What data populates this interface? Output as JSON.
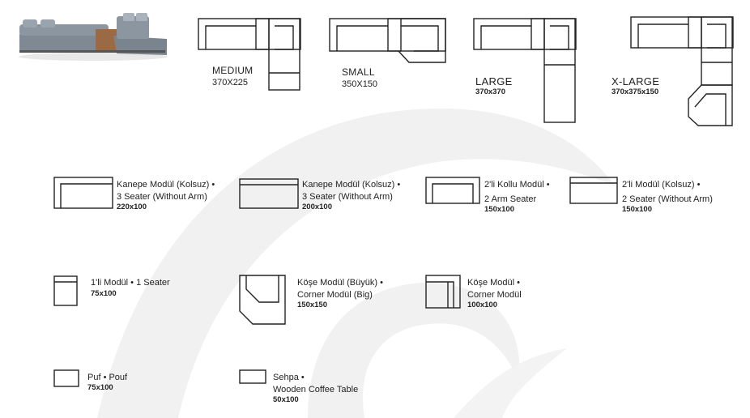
{
  "configurations": [
    {
      "name": "MEDIUM",
      "dims": "370X225"
    },
    {
      "name": "SMALL",
      "dims": "350X150"
    },
    {
      "name": "LARGE",
      "dims": "370x370"
    },
    {
      "name": "X-LARGE",
      "dims": "370x375x150"
    }
  ],
  "modules": [
    {
      "line1": "Kanepe Modül (Kolsuz) •",
      "line2": "3 Seater (Without Arm)",
      "dims": "220x100"
    },
    {
      "line1": "Kanepe Modül (Kolsuz) •",
      "line2": "3 Seater (Without Arm)",
      "dims": "200x100"
    },
    {
      "line1": "2'li Kollu Modül •",
      "line2": "2 Arm Seater",
      "dims": "150x100"
    },
    {
      "line1": "2'li Modül (Kolsuz) •",
      "line2": "2 Seater (Without Arm)",
      "dims": "150x100"
    },
    {
      "line1": "1'li Modül • 1 Seater",
      "line2": "",
      "dims": "75x100"
    },
    {
      "line1": "Köşe Modül (Büyük) •",
      "line2": "Corner Modül (Big)",
      "dims": "150x150"
    },
    {
      "line1": "Köşe Modül  •",
      "line2": "Corner Modül",
      "dims": "100x100"
    },
    {
      "line1": "Puf • Pouf",
      "line2": "",
      "dims": "75x100"
    },
    {
      "line1": "Sehpa •",
      "line2": "Wooden Coffee Table",
      "dims": "50x100"
    }
  ],
  "icons": {
    "product_photo": "sectional-sofa-photo",
    "background": "brand-watermark"
  },
  "colors": {
    "sofa": "#7f8994",
    "wood": "#9a6a45",
    "watermark": "#f1f1f1"
  }
}
